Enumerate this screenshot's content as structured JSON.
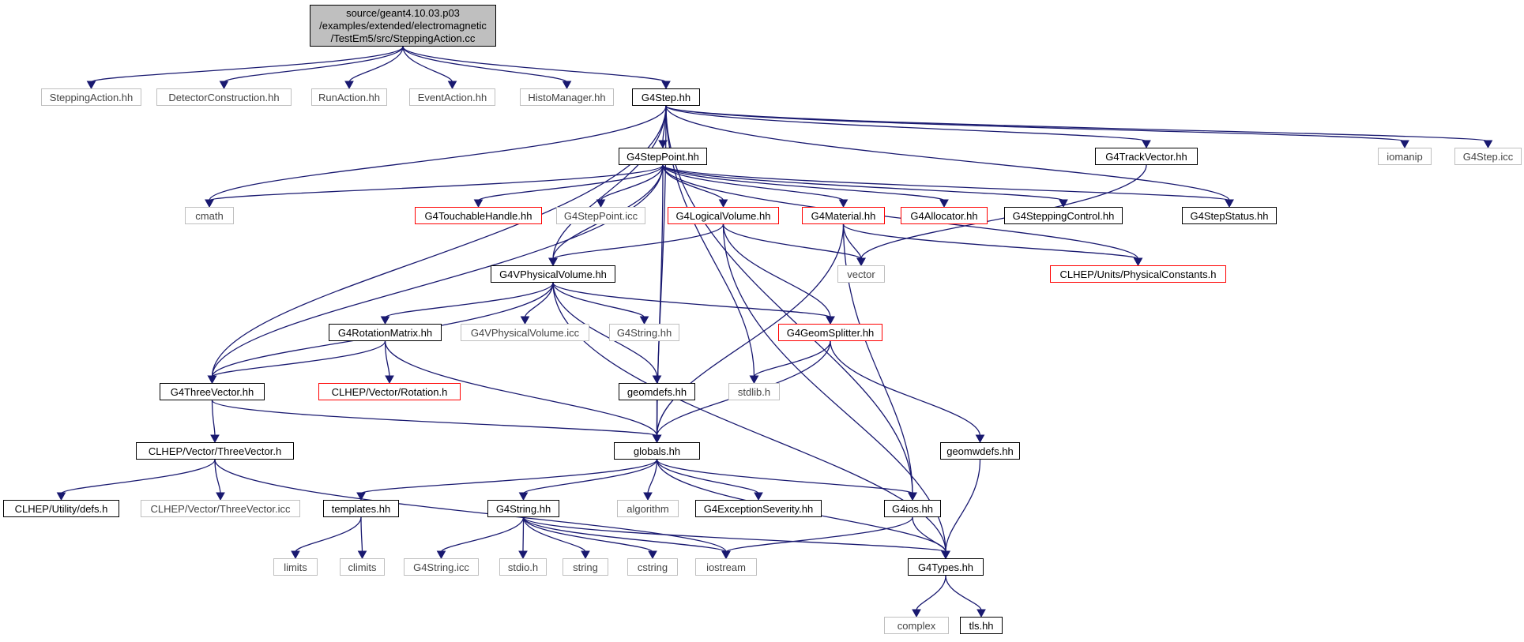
{
  "diagram": {
    "colors": {
      "edge": "#191970",
      "root_fill": "#bfbfbf",
      "normal_border": "#000000",
      "missing_border": "#bfbfbf",
      "red_border": "#ff0000"
    },
    "nodes": [
      {
        "id": "root",
        "label": "source/geant4.10.03.p03\n/examples/extended/electromagnetic\n/TestEm5/src/SteppingAction.cc",
        "style": "root"
      },
      {
        "id": "SteppingAction",
        "label": "SteppingAction.hh",
        "style": "missing"
      },
      {
        "id": "DetectorConstruction",
        "label": "DetectorConstruction.hh",
        "style": "missing"
      },
      {
        "id": "RunAction",
        "label": "RunAction.hh",
        "style": "missing"
      },
      {
        "id": "EventAction",
        "label": "EventAction.hh",
        "style": "missing"
      },
      {
        "id": "HistoManager",
        "label": "HistoManager.hh",
        "style": "missing"
      },
      {
        "id": "G4Step",
        "label": "G4Step.hh",
        "style": "normal"
      },
      {
        "id": "G4StepPoint",
        "label": "G4StepPoint.hh",
        "style": "normal"
      },
      {
        "id": "G4TrackVector",
        "label": "G4TrackVector.hh",
        "style": "normal"
      },
      {
        "id": "iomanip",
        "label": "iomanip",
        "style": "missing"
      },
      {
        "id": "G4StepIcc",
        "label": "G4Step.icc",
        "style": "missing"
      },
      {
        "id": "cmath",
        "label": "cmath",
        "style": "missing"
      },
      {
        "id": "G4TouchableHandle",
        "label": "G4TouchableHandle.hh",
        "style": "red"
      },
      {
        "id": "G4StepPointIcc",
        "label": "G4StepPoint.icc",
        "style": "missing"
      },
      {
        "id": "G4LogicalVolume",
        "label": "G4LogicalVolume.hh",
        "style": "red"
      },
      {
        "id": "G4Material",
        "label": "G4Material.hh",
        "style": "red"
      },
      {
        "id": "G4Allocator",
        "label": "G4Allocator.hh",
        "style": "red"
      },
      {
        "id": "G4SteppingControl",
        "label": "G4SteppingControl.hh",
        "style": "normal"
      },
      {
        "id": "G4StepStatus",
        "label": "G4StepStatus.hh",
        "style": "normal"
      },
      {
        "id": "G4VPhysicalVolume",
        "label": "G4VPhysicalVolume.hh",
        "style": "normal"
      },
      {
        "id": "vector",
        "label": "vector",
        "style": "missing"
      },
      {
        "id": "PhysicalConstants",
        "label": "CLHEP/Units/PhysicalConstants.h",
        "style": "red"
      },
      {
        "id": "G4RotationMatrix",
        "label": "G4RotationMatrix.hh",
        "style": "normal"
      },
      {
        "id": "G4VPhysicalVolumeIcc",
        "label": "G4VPhysicalVolume.icc",
        "style": "missing"
      },
      {
        "id": "G4StringHH1",
        "label": "G4String.hh",
        "style": "missing"
      },
      {
        "id": "G4GeomSplitter",
        "label": "G4GeomSplitter.hh",
        "style": "red"
      },
      {
        "id": "G4ThreeVector",
        "label": "G4ThreeVector.hh",
        "style": "normal"
      },
      {
        "id": "Rotation",
        "label": "CLHEP/Vector/Rotation.h",
        "style": "red"
      },
      {
        "id": "geomdefs",
        "label": "geomdefs.hh",
        "style": "normal"
      },
      {
        "id": "stdlib",
        "label": "stdlib.h",
        "style": "missing"
      },
      {
        "id": "geomwdefs",
        "label": "geomwdefs.hh",
        "style": "normal"
      },
      {
        "id": "ThreeVectorH",
        "label": "CLHEP/Vector/ThreeVector.h",
        "style": "normal"
      },
      {
        "id": "globals",
        "label": "globals.hh",
        "style": "normal"
      },
      {
        "id": "defs",
        "label": "CLHEP/Utility/defs.h",
        "style": "normal"
      },
      {
        "id": "ThreeVectorIcc",
        "label": "CLHEP/Vector/ThreeVector.icc",
        "style": "missing"
      },
      {
        "id": "templates",
        "label": "templates.hh",
        "style": "normal"
      },
      {
        "id": "G4StringHH2",
        "label": "G4String.hh",
        "style": "normal"
      },
      {
        "id": "algorithm",
        "label": "algorithm",
        "style": "missing"
      },
      {
        "id": "G4ExceptionSeverity",
        "label": "G4ExceptionSeverity.hh",
        "style": "normal"
      },
      {
        "id": "G4ios",
        "label": "G4ios.hh",
        "style": "normal"
      },
      {
        "id": "limits",
        "label": "limits",
        "style": "missing"
      },
      {
        "id": "climits",
        "label": "climits",
        "style": "missing"
      },
      {
        "id": "G4StringIcc",
        "label": "G4String.icc",
        "style": "missing"
      },
      {
        "id": "stdio",
        "label": "stdio.h",
        "style": "missing"
      },
      {
        "id": "string",
        "label": "string",
        "style": "missing"
      },
      {
        "id": "cstring",
        "label": "cstring",
        "style": "missing"
      },
      {
        "id": "iostream",
        "label": "iostream",
        "style": "missing"
      },
      {
        "id": "G4Types",
        "label": "G4Types.hh",
        "style": "normal"
      },
      {
        "id": "complex",
        "label": "complex",
        "style": "missing"
      },
      {
        "id": "tls",
        "label": "tls.hh",
        "style": "normal"
      }
    ],
    "edges": [
      [
        "root",
        "SteppingAction"
      ],
      [
        "root",
        "DetectorConstruction"
      ],
      [
        "root",
        "RunAction"
      ],
      [
        "root",
        "EventAction"
      ],
      [
        "root",
        "HistoManager"
      ],
      [
        "root",
        "G4Step"
      ],
      [
        "G4Step",
        "G4StepPoint"
      ],
      [
        "G4Step",
        "G4TrackVector"
      ],
      [
        "G4Step",
        "iomanip"
      ],
      [
        "G4Step",
        "G4StepIcc"
      ],
      [
        "G4Step",
        "cmath"
      ],
      [
        "G4Step",
        "G4StepStatus"
      ],
      [
        "G4Step",
        "G4VPhysicalVolume"
      ],
      [
        "G4Step",
        "G4ThreeVector"
      ],
      [
        "G4Step",
        "globals"
      ],
      [
        "G4Step",
        "stdlib"
      ],
      [
        "G4Step",
        "G4ios"
      ],
      [
        "G4StepPoint",
        "cmath"
      ],
      [
        "G4StepPoint",
        "G4TouchableHandle"
      ],
      [
        "G4StepPoint",
        "G4StepPointIcc"
      ],
      [
        "G4StepPoint",
        "G4LogicalVolume"
      ],
      [
        "G4StepPoint",
        "G4Material"
      ],
      [
        "G4StepPoint",
        "G4Allocator"
      ],
      [
        "G4StepPoint",
        "G4SteppingControl"
      ],
      [
        "G4StepPoint",
        "G4StepStatus"
      ],
      [
        "G4StepPoint",
        "PhysicalConstants"
      ],
      [
        "G4StepPoint",
        "G4VPhysicalVolume"
      ],
      [
        "G4StepPoint",
        "G4ThreeVector"
      ],
      [
        "G4StepPoint",
        "globals"
      ],
      [
        "G4TrackVector",
        "vector"
      ],
      [
        "G4LogicalVolume",
        "G4VPhysicalVolume"
      ],
      [
        "G4LogicalVolume",
        "vector"
      ],
      [
        "G4LogicalVolume",
        "G4GeomSplitter"
      ],
      [
        "G4LogicalVolume",
        "G4Types"
      ],
      [
        "G4Material",
        "vector"
      ],
      [
        "G4Material",
        "PhysicalConstants"
      ],
      [
        "G4Material",
        "globals"
      ],
      [
        "G4Material",
        "G4ios"
      ],
      [
        "G4VPhysicalVolume",
        "G4RotationMatrix"
      ],
      [
        "G4VPhysicalVolume",
        "G4VPhysicalVolumeIcc"
      ],
      [
        "G4VPhysicalVolume",
        "G4StringHH1"
      ],
      [
        "G4VPhysicalVolume",
        "G4GeomSplitter"
      ],
      [
        "G4VPhysicalVolume",
        "geomdefs"
      ],
      [
        "G4VPhysicalVolume",
        "G4ThreeVector"
      ],
      [
        "G4VPhysicalVolume",
        "G4Types"
      ],
      [
        "G4RotationMatrix",
        "G4ThreeVector"
      ],
      [
        "G4RotationMatrix",
        "Rotation"
      ],
      [
        "G4RotationMatrix",
        "globals"
      ],
      [
        "G4GeomSplitter",
        "stdlib"
      ],
      [
        "G4GeomSplitter",
        "globals"
      ],
      [
        "G4GeomSplitter",
        "geomwdefs"
      ],
      [
        "G4ThreeVector",
        "ThreeVectorH"
      ],
      [
        "G4ThreeVector",
        "globals"
      ],
      [
        "geomdefs",
        "globals"
      ],
      [
        "geomwdefs",
        "G4Types"
      ],
      [
        "ThreeVectorH",
        "defs"
      ],
      [
        "ThreeVectorH",
        "ThreeVectorIcc"
      ],
      [
        "ThreeVectorH",
        "iostream"
      ],
      [
        "globals",
        "templates"
      ],
      [
        "globals",
        "G4StringHH2"
      ],
      [
        "globals",
        "algorithm"
      ],
      [
        "globals",
        "G4ExceptionSeverity"
      ],
      [
        "globals",
        "G4ios"
      ],
      [
        "globals",
        "G4Types"
      ],
      [
        "templates",
        "limits"
      ],
      [
        "templates",
        "climits"
      ],
      [
        "G4StringHH2",
        "G4StringIcc"
      ],
      [
        "G4StringHH2",
        "stdio"
      ],
      [
        "G4StringHH2",
        "string"
      ],
      [
        "G4StringHH2",
        "cstring"
      ],
      [
        "G4StringHH2",
        "iostream"
      ],
      [
        "G4StringHH2",
        "G4Types"
      ],
      [
        "G4ios",
        "iostream"
      ],
      [
        "G4ios",
        "G4Types"
      ],
      [
        "G4Types",
        "complex"
      ],
      [
        "G4Types",
        "tls"
      ]
    ]
  }
}
